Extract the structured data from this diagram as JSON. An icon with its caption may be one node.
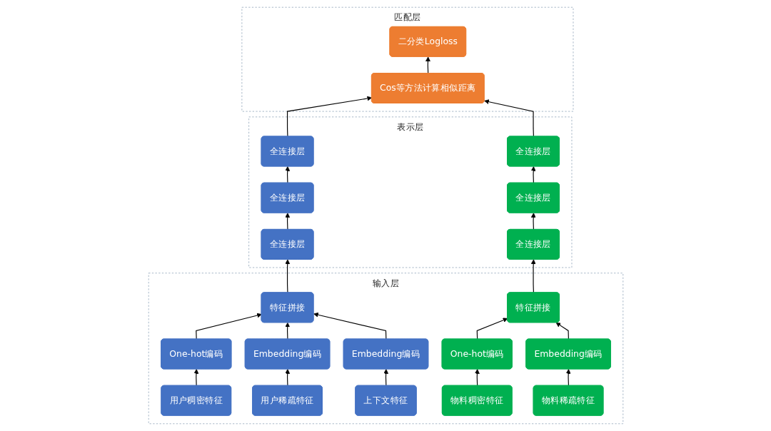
{
  "diagram": {
    "nodes": [
      {
        "text": [
          "匹配层"
        ]
      },
      {
        "text": [
          "二分类Logloss"
        ],
        "in": 0
      },
      {
        "text": [
          "Cos等方法计算相似距离"
        ],
        "in": 0
      },
      {
        "text": [
          "表示层"
        ]
      },
      {
        "text": [
          "全连接层"
        ],
        "in": 3
      },
      {
        "text": [
          "全连接层"
        ],
        "in": 3
      },
      {
        "text": [
          "全连接层"
        ],
        "in": 3
      },
      {
        "text": [
          "全连接层"
        ],
        "in": 3
      },
      {
        "text": [
          "全连接层"
        ],
        "in": 3
      },
      {
        "text": [
          "全连接层"
        ],
        "in": 3
      },
      {
        "text": [
          "输入层"
        ]
      },
      {
        "text": [
          "特征拼接"
        ],
        "in": 10
      },
      {
        "text": [
          "One-hot编码"
        ],
        "in": 10
      },
      {
        "text": [
          "Embedding编码"
        ],
        "in": 10
      },
      {
        "text": [
          "Embedding编码"
        ],
        "in": 10
      },
      {
        "text": [
          "用户稠密特征"
        ],
        "in": 10
      },
      {
        "text": [
          "用户稀疏特征"
        ],
        "in": 10
      },
      {
        "text": [
          "上下文特征"
        ],
        "in": 10
      },
      {
        "text": [
          "特征拼接"
        ],
        "in": 10
      },
      {
        "text": [
          "One-hot编码"
        ],
        "in": 10
      },
      {
        "text": [
          "Embedding编码"
        ],
        "in": 10
      },
      {
        "text": [
          "物料稠密特征"
        ],
        "in": 10
      },
      {
        "text": [
          "物料稀疏特征"
        ],
        "in": 10
      }
    ],
    "edges": [
      {
        "from": 2,
        "to": 1,
        "arrow": "to"
      },
      {
        "from": 4,
        "to": 2,
        "arrow": "to"
      },
      {
        "from": 7,
        "to": 2,
        "arrow": "to"
      },
      {
        "from": 5,
        "to": 4,
        "arrow": "to"
      },
      {
        "from": 6,
        "to": 5,
        "arrow": "to"
      },
      {
        "from": 11,
        "to": 6,
        "arrow": "to"
      },
      {
        "from": 8,
        "to": 7,
        "arrow": "to"
      },
      {
        "from": 9,
        "to": 8,
        "arrow": "to"
      },
      {
        "from": 18,
        "to": 9,
        "arrow": "to"
      },
      {
        "from": 12,
        "to": 11,
        "arrow": "to"
      },
      {
        "from": 13,
        "to": 11,
        "arrow": "to"
      },
      {
        "from": 14,
        "to": 11,
        "arrow": "to"
      },
      {
        "from": 15,
        "to": 12,
        "arrow": "to"
      },
      {
        "from": 16,
        "to": 13,
        "arrow": "to"
      },
      {
        "from": 17,
        "to": 14,
        "arrow": "to"
      },
      {
        "from": 19,
        "to": 18,
        "arrow": "to"
      },
      {
        "from": 20,
        "to": 18,
        "arrow": "to"
      },
      {
        "from": 21,
        "to": 19,
        "arrow": "to"
      },
      {
        "from": 22,
        "to": 20,
        "arrow": "to"
      }
    ]
  }
}
